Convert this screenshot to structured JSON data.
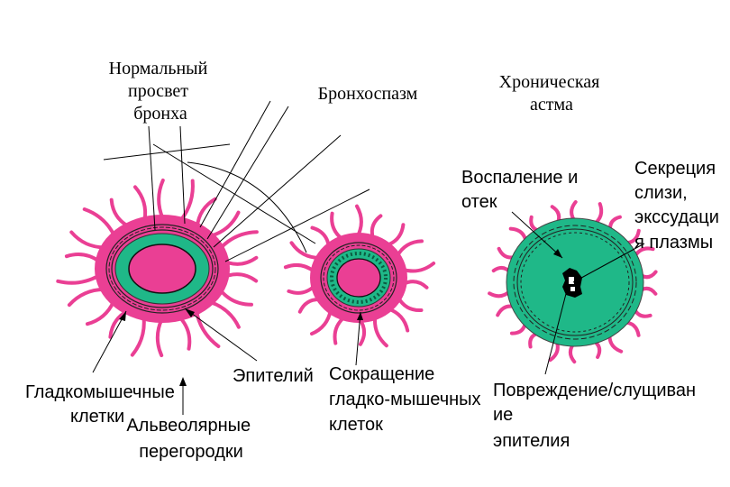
{
  "labels": {
    "normal_lumen": [
      "Нормальный",
      "просвет",
      "бронха"
    ],
    "bronchospasm": "Бронхоспазм",
    "chronic_asthma": [
      "Хроническая",
      "астма"
    ],
    "inflammation": [
      "Воспаление и",
      "отек"
    ],
    "secretion": [
      "Секреция",
      "слизи,",
      "экссудаци",
      "я плазмы"
    ],
    "smooth_muscle": [
      "Гладкомышечные",
      "клетки"
    ],
    "alveolar": [
      "Альвеолярные",
      "перегородки"
    ],
    "epithelium": "Эпителий",
    "contraction": [
      "Сокращение",
      "гладко-мышечных",
      "клеток"
    ],
    "damage": [
      "Повреждение/слущиван",
      "ие",
      "эпителия"
    ]
  },
  "colors": {
    "pink": "#ea3f94",
    "green": "#1fb888",
    "dark_green": "#168a64",
    "black": "#000000"
  }
}
